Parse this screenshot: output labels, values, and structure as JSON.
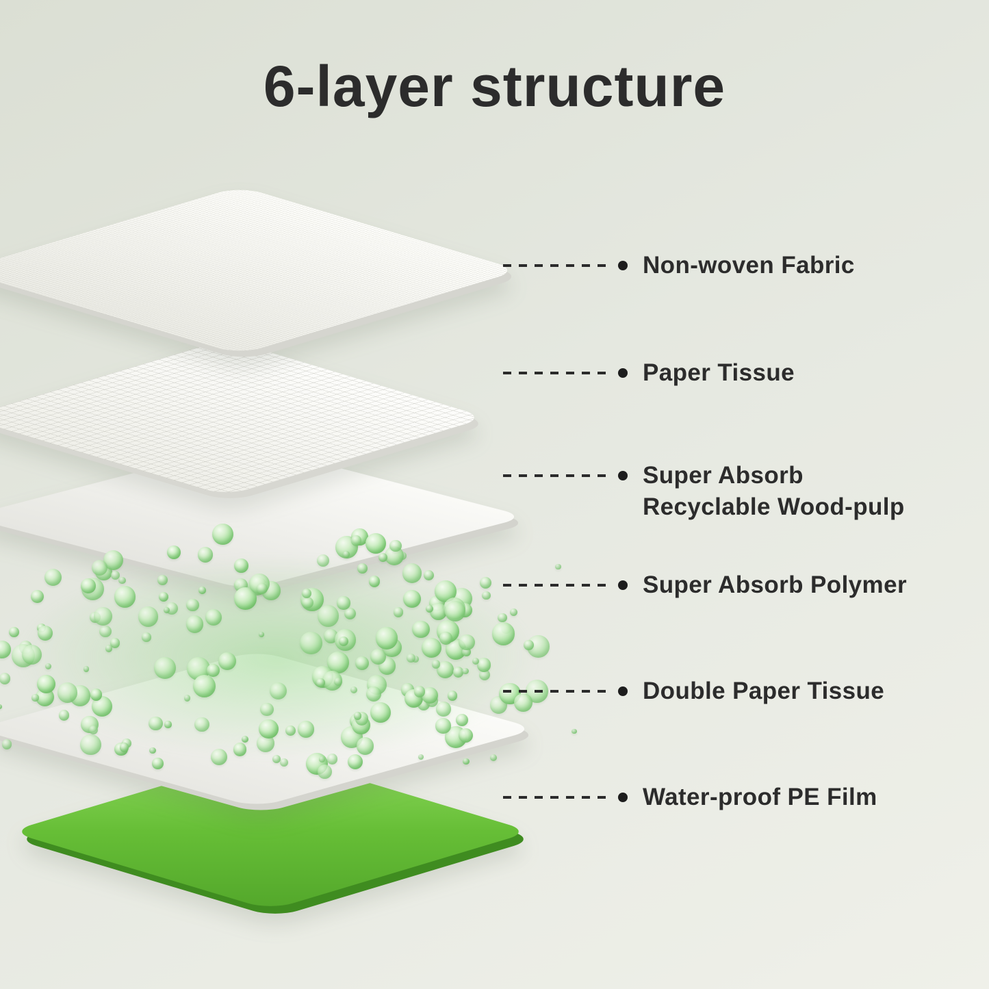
{
  "title": "6-layer structure",
  "callouts": [
    {
      "label": "Non-woven Fabric"
    },
    {
      "label": "Paper Tissue"
    },
    {
      "label": "Super Absorb\nRecyclable Wood-pulp"
    },
    {
      "label": "Super Absorb Polymer"
    },
    {
      "label": "Double Paper Tissue"
    },
    {
      "label": "Water-proof PE Film"
    }
  ],
  "colors": {
    "accent_green": "#5cb52f",
    "film_edge_green": "#3f8c20",
    "text": "#2c2c2c",
    "background_top": "#dbdfd4",
    "background_bottom": "#eff0e9"
  }
}
